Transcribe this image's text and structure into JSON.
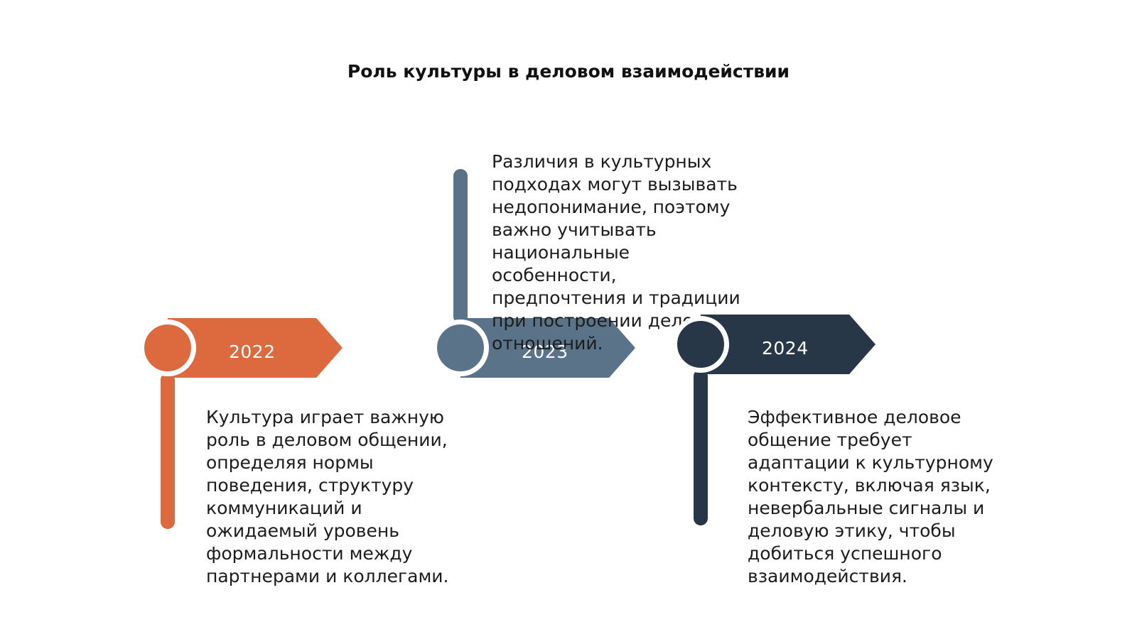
{
  "title": "Роль культуры в деловом взаимодействии",
  "colors": {
    "orange": "#DC6A3E",
    "slate": "#5B7389",
    "navy": "#283747"
  },
  "milestones": [
    {
      "year": "2022",
      "text": "Культура играет важную роль в деловом общении, определяя нормы поведения, структуру коммуникаций и ожидаемый уровень формальности между партнерами и коллегами."
    },
    {
      "year": "2023",
      "text": "Различия в культурных подходах могут вызывать недопонимание, поэтому важно учитывать национальные особенности, предпочтения и традиции при построении деловых отношений."
    },
    {
      "year": "2024",
      "text": "Эффективное деловое общение требует адаптации к культурному контексту, включая язык, невербальные сигналы и деловую этику, чтобы добиться успешного взаимодействия."
    }
  ]
}
